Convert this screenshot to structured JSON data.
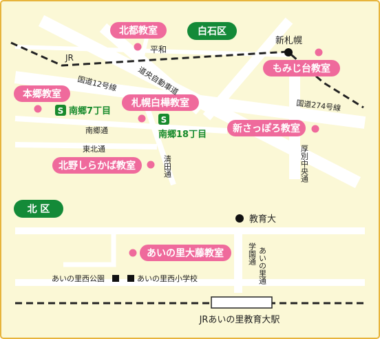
{
  "colors": {
    "background": "#fbf8d6",
    "border": "#e7b43c",
    "road": "#ffffff",
    "school_pill": "#ef6a9c",
    "district_pill": "#148a38",
    "subway": "#178a2c",
    "railway": "#222222",
    "text": "#222222"
  },
  "districts": {
    "shiroishi": "白石区",
    "kita": "北 区"
  },
  "schools": {
    "hokuto": "北都教室",
    "momijidai": "もみじ台教室",
    "hongo": "本郷教室",
    "sapporo_shirakaba": "札幌白樺教室",
    "shin_sapporo": "新さっぽろ教室",
    "kitano_shirakaba": "北野しらかば教室",
    "ainosato_daito": "あいの里大藤教室"
  },
  "stations": {
    "shin_sapporo": "新札幌",
    "kyoikudai": "教育大",
    "ainosato_kyoikudai": "JRあいの里教育大駅"
  },
  "subway": {
    "badge": "S",
    "nango7": "南郷7丁目",
    "nango18": "南郷18丁目"
  },
  "roads": {
    "jr": "JR",
    "heiwa": "平和",
    "kokudo12": "国道12号線",
    "doo_expressway": "道央自動車道",
    "kokudo274": "国道274号線",
    "nango_dori": "南郷通",
    "tohoku_dori": "東北通",
    "kiyota_dori": "清田通",
    "atsubetsu_chuo": "厚別中央通",
    "gakuen_dori": "学園通",
    "ainosato_dori": "あいの里通"
  },
  "landmarks": {
    "ainosato_nishi_park": "あいの里西公園",
    "ainosato_nishi_school": "あいの里西小学校"
  }
}
